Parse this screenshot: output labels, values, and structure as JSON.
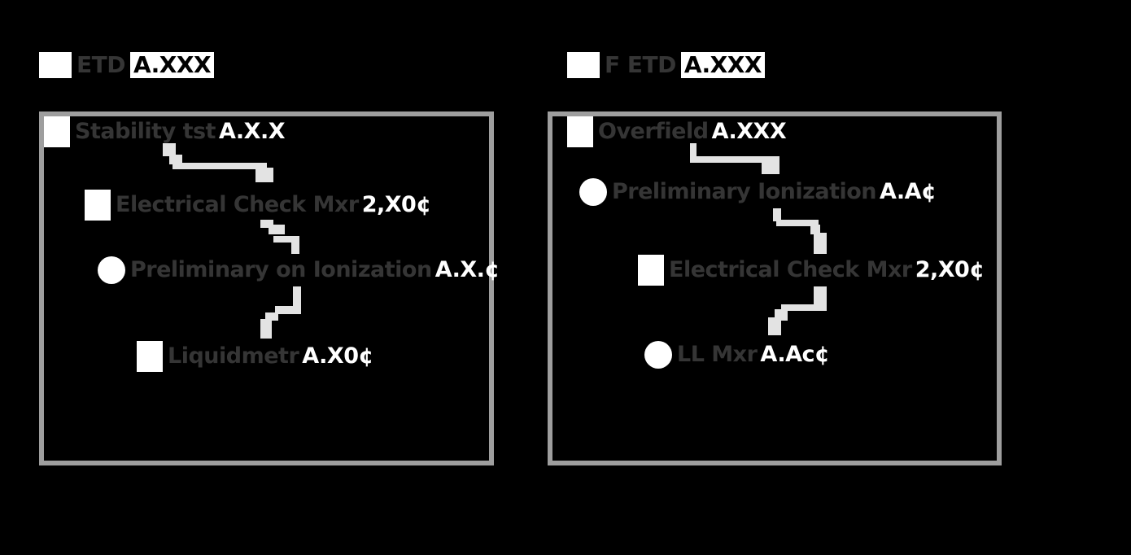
{
  "left": {
    "heading": {
      "icon": "square-icon",
      "label": "ETD",
      "value": "A.XXX"
    },
    "nodes": [
      {
        "icon": "square-icon",
        "label": "Stability tst",
        "value": "A.X.X"
      },
      {
        "icon": "square-icon",
        "label": "Electrical Check Mxr",
        "value": "2,X0¢"
      },
      {
        "icon": "circle-icon",
        "label": "Preliminary on Ionization",
        "value": "A.X.¢"
      },
      {
        "icon": "square-icon",
        "label": "Liquidmetr",
        "value": "A.X0¢"
      }
    ]
  },
  "right": {
    "heading": {
      "icon": "square-icon",
      "label": "F ETD",
      "value": "A.XXX"
    },
    "nodes": [
      {
        "icon": "square-icon",
        "label": "Overfield",
        "value": "A.XXX"
      },
      {
        "icon": "circle-icon",
        "label": "Preliminary Ionization",
        "value": "A.A¢"
      },
      {
        "icon": "square-icon",
        "label": "Electrical Check Mxr",
        "value": "2,X0¢"
      },
      {
        "icon": "circle-icon",
        "label": "LL Mxr",
        "value": "A.Ac¢"
      }
    ]
  },
  "colors": {
    "background": "#000000",
    "panel_border": "#9e9e9e",
    "connector": "#e3e3e3",
    "label_text": "#353535",
    "value_text": "#ffffff"
  }
}
